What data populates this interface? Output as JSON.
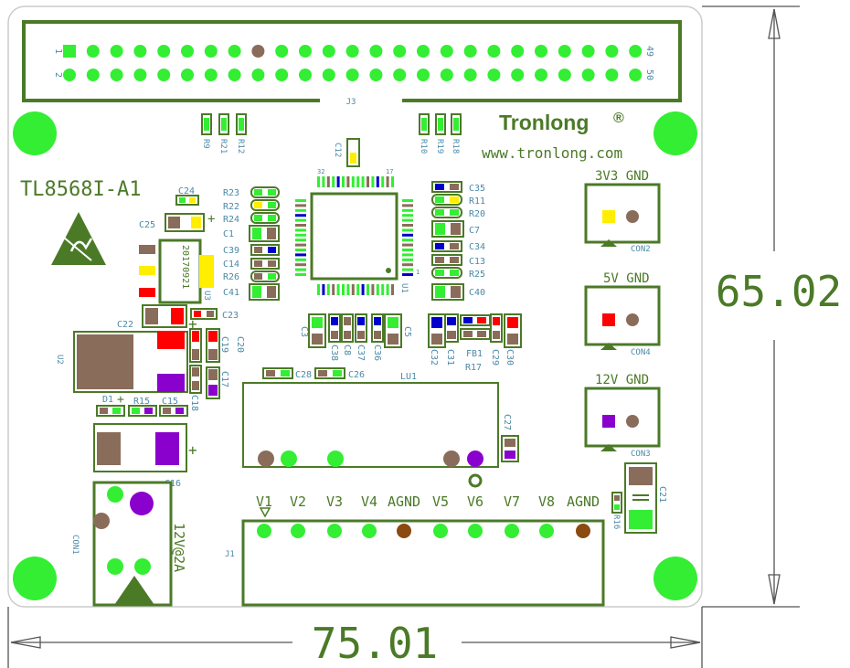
{
  "dimensions": {
    "width": "75.01",
    "height": "65.02"
  },
  "board_text": {
    "model": "TL8568I-A1",
    "brand": "Tronlong",
    "brand_mark": "®",
    "website": "www.tronlong.com",
    "chip_date": "20170921",
    "power_label": "12V@2A"
  },
  "j3": {
    "ref": "J3",
    "pin_1": "1",
    "pin_2": "2",
    "pin_49": "49",
    "pin_50": "50"
  },
  "connectors": {
    "con2": {
      "ref": "CON2",
      "label": "3V3 GND"
    },
    "con4": {
      "ref": "CON4",
      "label": "5V GND"
    },
    "con3": {
      "ref": "CON3",
      "label": "12V GND"
    },
    "con1": {
      "ref": "CON1"
    }
  },
  "j1": {
    "ref": "J1",
    "pins": [
      "V1",
      "V2",
      "V3",
      "V4",
      "AGND",
      "V5",
      "V6",
      "V7",
      "V8",
      "AGND"
    ]
  },
  "ic": {
    "u1": "U1",
    "u2": "U2",
    "u3": "U3",
    "lu1": "LU1",
    "pin32": "32",
    "pin17": "17",
    "pin1": "1"
  },
  "refs": {
    "R9": "R9",
    "R21": "R21",
    "R12": "R12",
    "R10": "R10",
    "R19": "R19",
    "R18": "R18",
    "C12": "C12",
    "C24": "C24",
    "C25": "C25",
    "R23": "R23",
    "R22": "R22",
    "R24": "R24",
    "C1": "C1",
    "C39": "C39",
    "C14": "C14",
    "R26": "R26",
    "C41": "C41",
    "C35": "C35",
    "R11": "R11",
    "R20": "R20",
    "C7": "C7",
    "C34": "C34",
    "C13": "C13",
    "R25": "R25",
    "C40": "C40",
    "C22": "C22",
    "C23": "C23",
    "C19": "C19",
    "C20": "C20",
    "C17": "C17",
    "C18": "C18",
    "C28": "C28",
    "C26": "C26",
    "D1": "D1",
    "R15": "R15",
    "C15": "C15",
    "C16": "C16",
    "C3": "C3",
    "C38": "C38",
    "C8": "C8",
    "C37": "C37",
    "C36": "C36",
    "C5": "C5",
    "C32": "C32",
    "C31": "C31",
    "FB1": "FB1",
    "R17": "R17",
    "C29": "C29",
    "C30": "C30",
    "C27": "C27",
    "C21": "C21",
    "R16": "R16"
  },
  "colors": {
    "pad_green": "#33ee33",
    "outline": "#4b7a27",
    "silk_blue": "#4b89a8",
    "pad_brown": "#8a6c5a",
    "red": "#ff0000",
    "purple": "#8a00cc",
    "yellow": "#ffee00",
    "blue": "#0000cc"
  }
}
